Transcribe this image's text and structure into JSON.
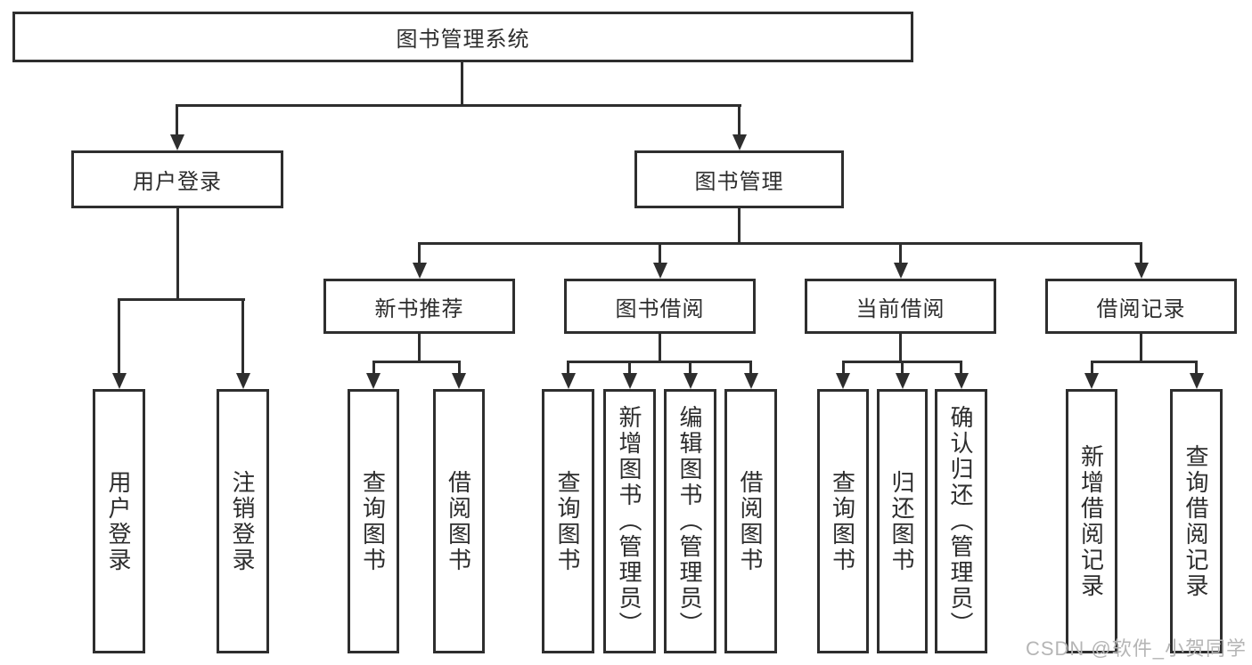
{
  "diagram": {
    "root": {
      "label": "图书管理系统"
    },
    "level1": [
      {
        "label": "用户登录"
      },
      {
        "label": "图书管理"
      }
    ],
    "level2": [
      {
        "label": "新书推荐"
      },
      {
        "label": "图书借阅"
      },
      {
        "label": "当前借阅"
      },
      {
        "label": "借阅记录"
      }
    ],
    "leaves": {
      "user_login": [
        {
          "label": "用户登录"
        },
        {
          "label": "注销登录"
        }
      ],
      "new_book_recommendation": [
        {
          "label": "查询图书"
        },
        {
          "label": "借阅图书"
        }
      ],
      "book_borrowing": [
        {
          "label": "查询图书"
        },
        {
          "label": "新增图书（管理员）"
        },
        {
          "label": "编辑图书（管理员）"
        },
        {
          "label": "借阅图书"
        }
      ],
      "current_borrowing": [
        {
          "label": "查询图书"
        },
        {
          "label": "归还图书"
        },
        {
          "label": "确认归还（管理员）"
        }
      ],
      "borrowing_records": [
        {
          "label": "新增借阅记录"
        },
        {
          "label": "查询借阅记录"
        }
      ]
    },
    "watermark": "CSDN @软件_小贺同学",
    "colors": {
      "line": "#2e2e2e",
      "text": "#2d2d2d",
      "watermark": "#b5b5b5",
      "background": "#ffffff"
    }
  }
}
